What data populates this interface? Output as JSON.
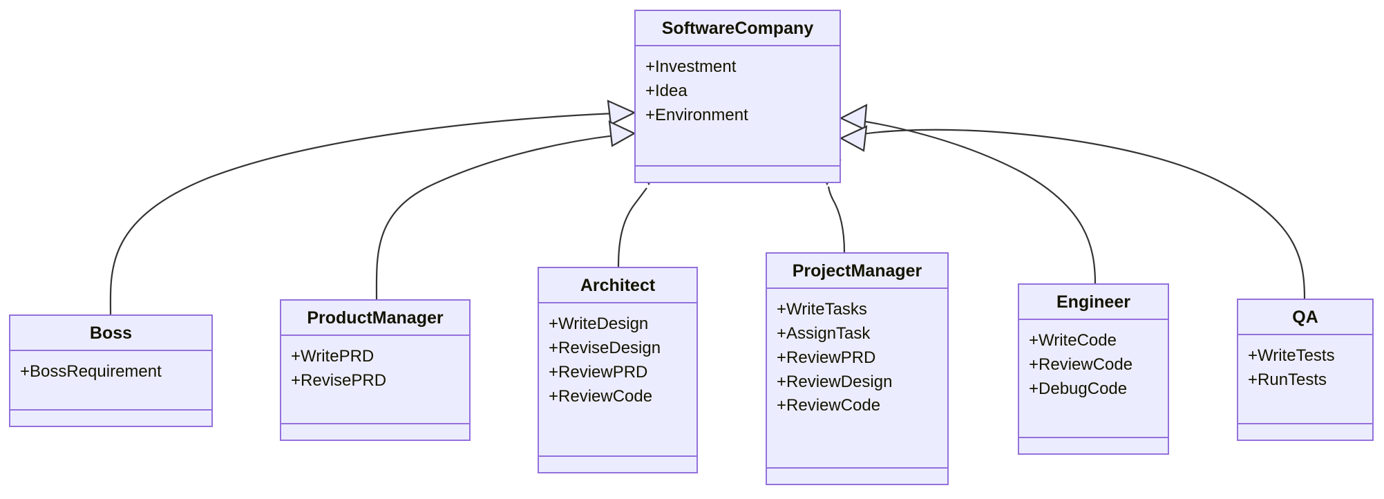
{
  "diagram": {
    "kind": "uml-class-diagram",
    "relationship": "generalization",
    "colors": {
      "node_fill": "#ECECFF",
      "node_border": "#9370DB",
      "edge_stroke": "#333333",
      "arrow_fill": "#ECECFF",
      "text": "#131300",
      "background": "#FFFFFF"
    }
  },
  "classes": {
    "software_company": {
      "name": "SoftwareCompany",
      "attributes": [
        "+Investment",
        "+Idea",
        "+Environment"
      ],
      "methods": []
    },
    "boss": {
      "name": "Boss",
      "attributes": [
        "+BossRequirement"
      ],
      "methods": []
    },
    "product_manager": {
      "name": "ProductManager",
      "attributes": [
        "+WritePRD",
        "+RevisePRD"
      ],
      "methods": []
    },
    "architect": {
      "name": "Architect",
      "attributes": [
        "+WriteDesign",
        "+ReviseDesign",
        "+ReviewPRD",
        "+ReviewCode"
      ],
      "methods": []
    },
    "project_manager": {
      "name": "ProjectManager",
      "attributes": [
        "+WriteTasks",
        "+AssignTask",
        "+ReviewPRD",
        "+ReviewDesign",
        "+ReviewCode"
      ],
      "methods": []
    },
    "engineer": {
      "name": "Engineer",
      "attributes": [
        "+WriteCode",
        "+ReviewCode",
        "+DebugCode"
      ],
      "methods": []
    },
    "qa": {
      "name": "QA",
      "attributes": [
        "+WriteTests",
        "+RunTests"
      ],
      "methods": []
    }
  },
  "edges": [
    {
      "from": "Boss",
      "to": "SoftwareCompany",
      "type": "generalization"
    },
    {
      "from": "ProductManager",
      "to": "SoftwareCompany",
      "type": "generalization"
    },
    {
      "from": "Architect",
      "to": "SoftwareCompany",
      "type": "generalization"
    },
    {
      "from": "ProjectManager",
      "to": "SoftwareCompany",
      "type": "generalization"
    },
    {
      "from": "Engineer",
      "to": "SoftwareCompany",
      "type": "generalization"
    },
    {
      "from": "QA",
      "to": "SoftwareCompany",
      "type": "generalization"
    }
  ]
}
